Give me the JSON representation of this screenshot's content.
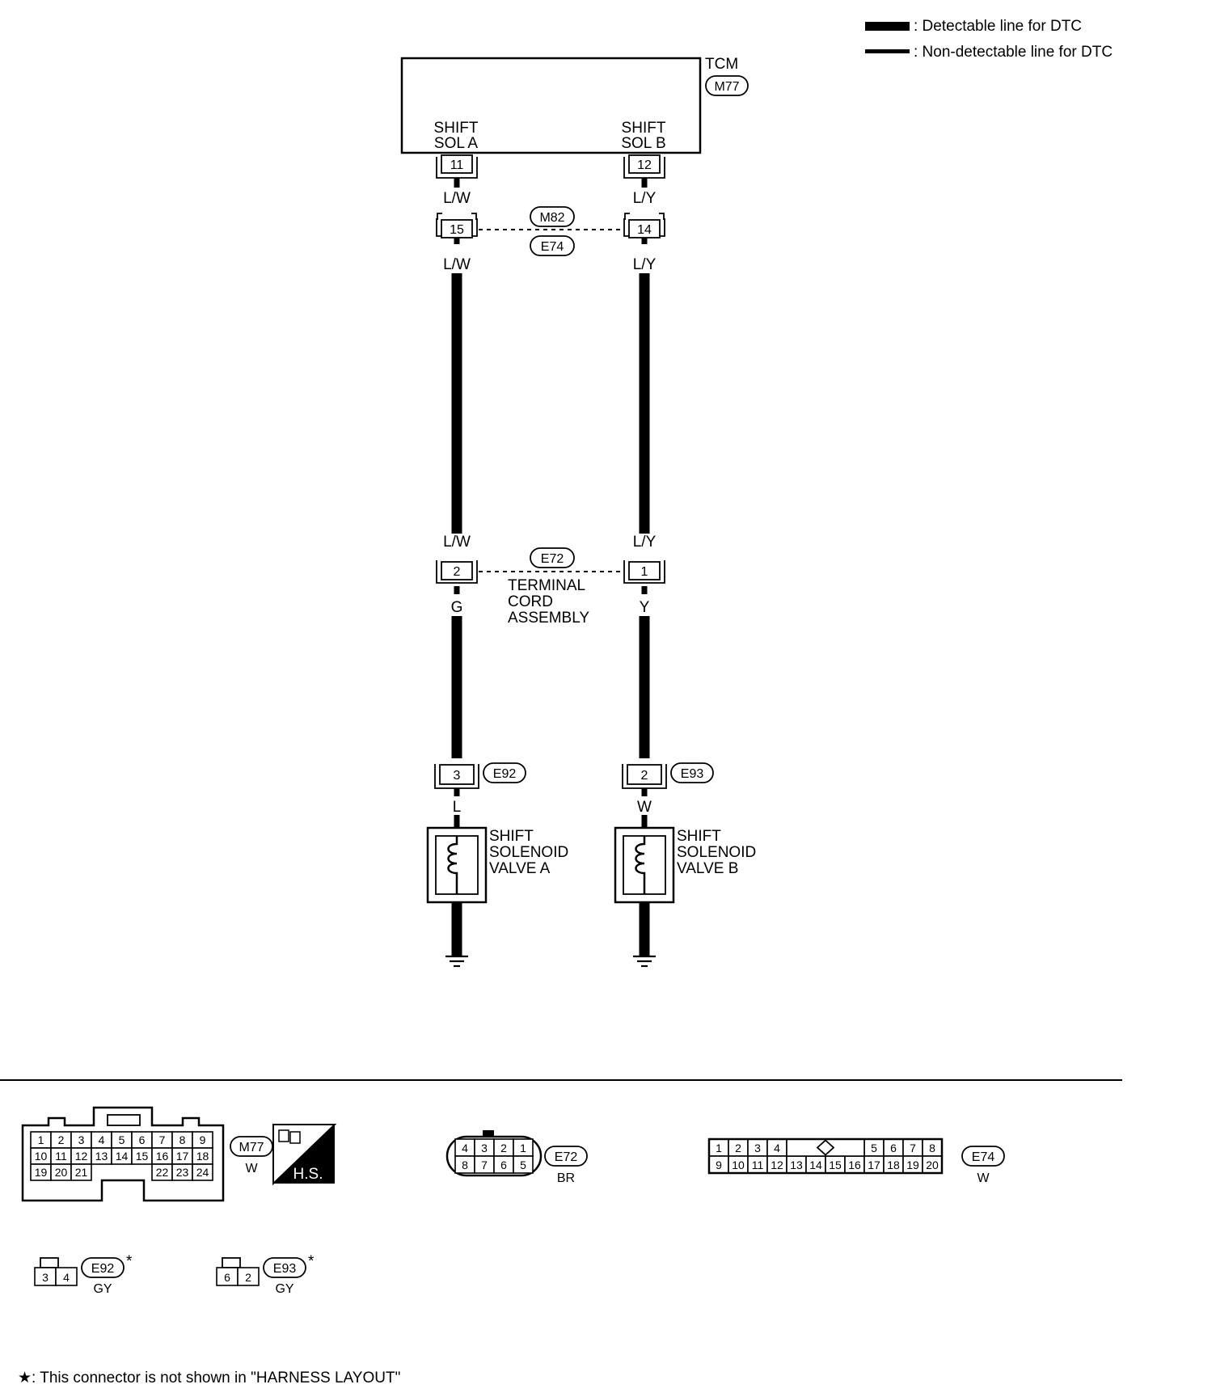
{
  "legend": {
    "detectable": ": Detectable line for DTC",
    "non_detectable": ": Non-detectable line for DTC"
  },
  "tcm": {
    "name": "TCM",
    "connector": "M77",
    "shift_sol_a": [
      "SHIFT",
      "SOL A"
    ],
    "shift_sol_b": [
      "SHIFT",
      "SOL B"
    ],
    "pin_a": "11",
    "pin_b": "12"
  },
  "wires": {
    "lw": "L/W",
    "ly": "L/Y",
    "g": "G",
    "y": "Y",
    "l": "L",
    "w": "W"
  },
  "joint_m82_e74": {
    "top": "M82",
    "bottom": "E74",
    "pin_a": "15",
    "pin_b": "14"
  },
  "joint_e72": {
    "name": "E72",
    "pin_a": "2",
    "pin_b": "1",
    "desc": [
      "TERMINAL",
      "CORD",
      "ASSEMBLY"
    ]
  },
  "valve_a": {
    "connector": "E92",
    "pin": "3",
    "label": [
      "SHIFT",
      "SOLENOID",
      "VALVE A"
    ]
  },
  "valve_b": {
    "connector": "E93",
    "pin": "2",
    "label": [
      "SHIFT",
      "SOLENOID",
      "VALVE B"
    ]
  },
  "connector_views": {
    "m77": {
      "name": "M77",
      "color": "W",
      "hs": "H.S.",
      "rows": [
        [
          "1",
          "2",
          "3",
          "4",
          "5",
          "6",
          "7",
          "8",
          "9"
        ],
        [
          "10",
          "11",
          "12",
          "13",
          "14",
          "15",
          "16",
          "17",
          "18"
        ],
        [
          "19",
          "20",
          "21",
          "22",
          "23",
          "24"
        ]
      ]
    },
    "e72": {
      "name": "E72",
      "color": "BR",
      "rows": [
        [
          "4",
          "3",
          "2",
          "1"
        ],
        [
          "8",
          "7",
          "6",
          "5"
        ]
      ]
    },
    "e74": {
      "name": "E74",
      "color": "W",
      "rows": [
        [
          "1",
          "2",
          "3",
          "4",
          "5",
          "6",
          "7",
          "8"
        ],
        [
          "9",
          "10",
          "11",
          "12",
          "13",
          "14",
          "15",
          "16",
          "17",
          "18",
          "19",
          "20"
        ]
      ]
    },
    "e92": {
      "name": "E92",
      "color": "GY",
      "pins": [
        "3",
        "4"
      ],
      "star": "*"
    },
    "e93": {
      "name": "E93",
      "color": "GY",
      "pins": [
        "6",
        "2"
      ],
      "star": "*"
    }
  },
  "footnote": "★: This connector is not shown in \"HARNESS LAYOUT\""
}
